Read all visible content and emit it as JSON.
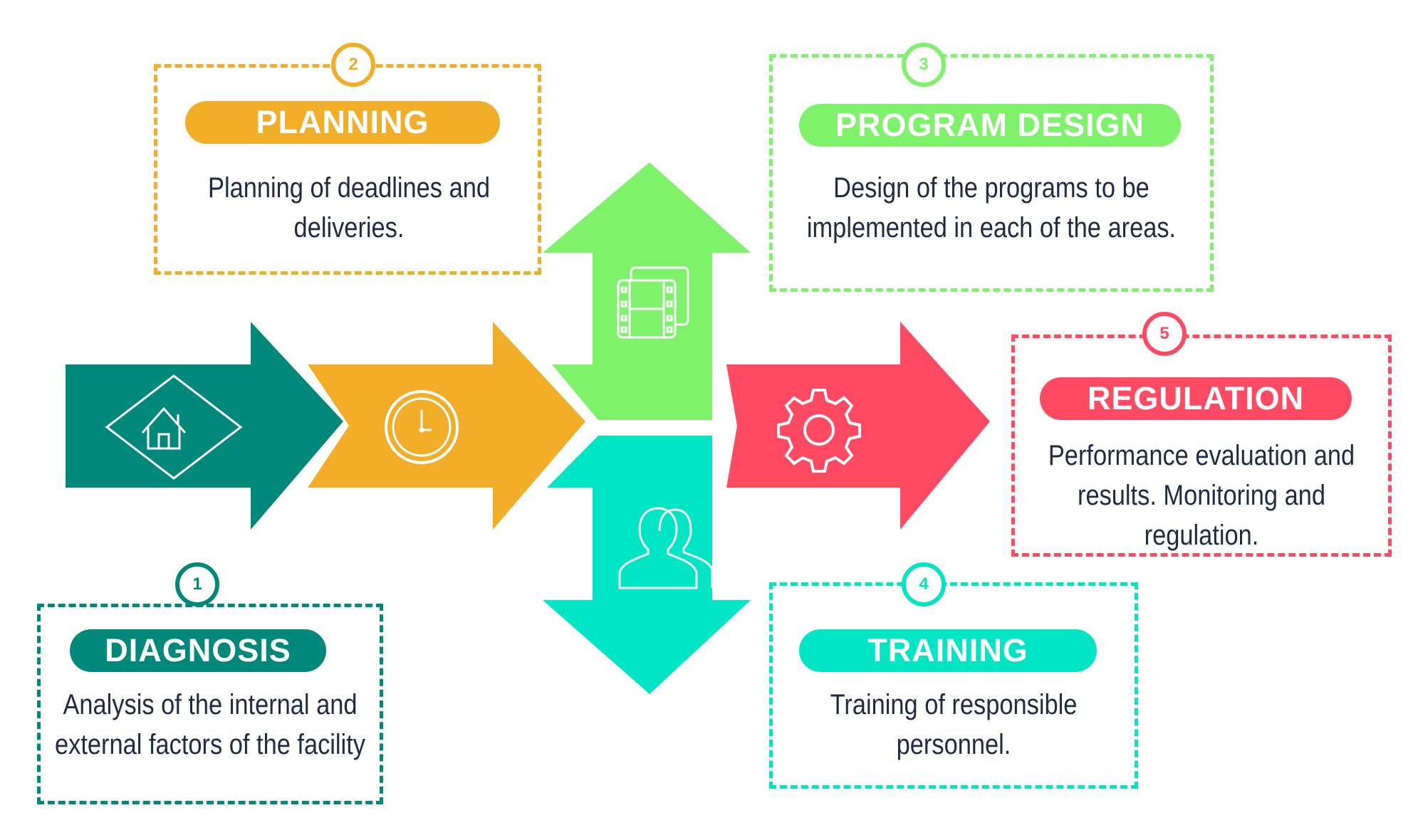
{
  "colors": {
    "diagnosis": "#00897b",
    "planning": "#f2ae28",
    "program_design": "#7ef26a",
    "training": "#00e5c3",
    "regulation": "#ff4a62",
    "text": "#1f2a44"
  },
  "steps": [
    {
      "id": "diagnosis",
      "number": "1",
      "title": "DIAGNOSIS",
      "lines": [
        "Analysis of the internal and",
        "external factors of the facility"
      ],
      "icon": "house-in-diamond-icon"
    },
    {
      "id": "planning",
      "number": "2",
      "title": "PLANNING",
      "lines": [
        "Planning of deadlines and",
        "deliveries."
      ],
      "icon": "clock-icon"
    },
    {
      "id": "program_design",
      "number": "3",
      "title": "PROGRAM DESIGN",
      "lines": [
        "Design of the programs to be",
        "implemented in each of the areas."
      ],
      "icon": "film-frames-icon"
    },
    {
      "id": "training",
      "number": "4",
      "title": "TRAINING",
      "lines": [
        "Training of responsible",
        "personnel."
      ],
      "icon": "people-icon"
    },
    {
      "id": "regulation",
      "number": "5",
      "title": "REGULATION",
      "lines": [
        "Performance evaluation and",
        "results. Monitoring and",
        "regulation."
      ],
      "icon": "gear-icon"
    }
  ]
}
